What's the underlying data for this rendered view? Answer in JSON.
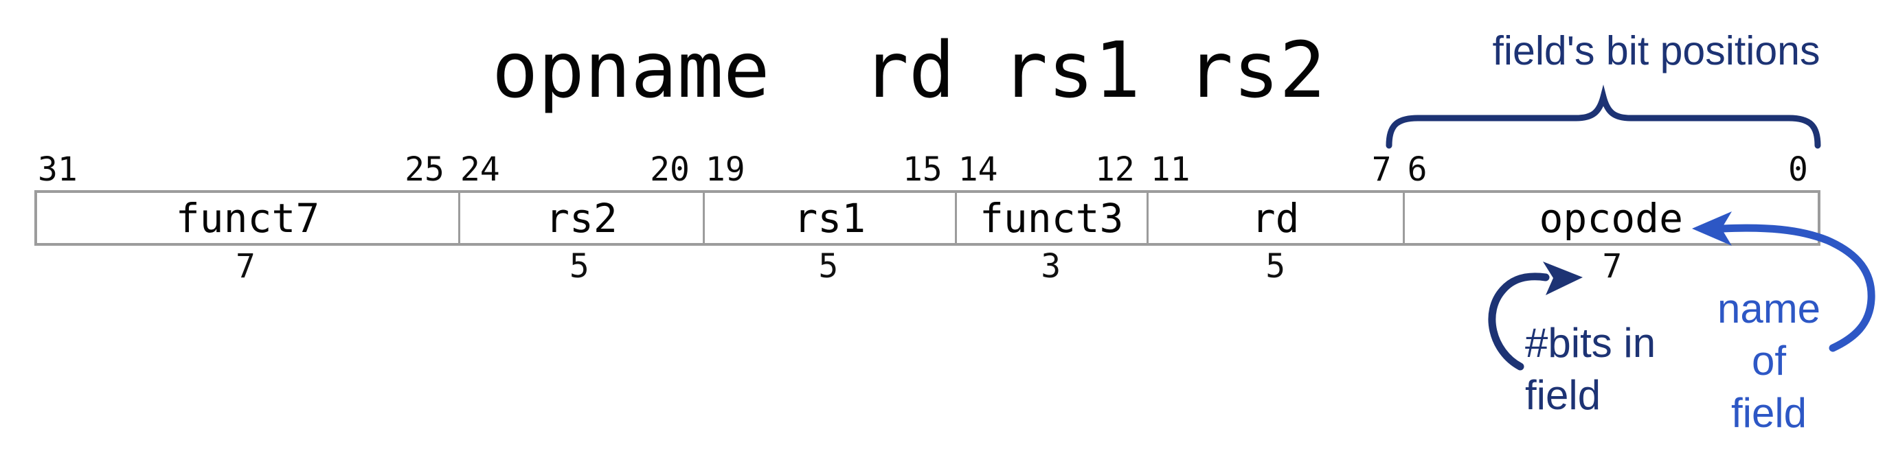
{
  "title": "opname  rd rs1 rs2",
  "instruction_format": {
    "fields": [
      {
        "name": "funct7",
        "hi": "31",
        "lo": "25",
        "bits": "7"
      },
      {
        "name": "rs2",
        "hi": "24",
        "lo": "20",
        "bits": "5"
      },
      {
        "name": "rs1",
        "hi": "19",
        "lo": "15",
        "bits": "5"
      },
      {
        "name": "funct3",
        "hi": "14",
        "lo": "12",
        "bits": "3"
      },
      {
        "name": "rd",
        "hi": "11",
        "lo": "7",
        "bits": "5"
      },
      {
        "name": "opcode",
        "hi": "6",
        "lo": "0",
        "bits": "7"
      }
    ]
  },
  "annotations": {
    "bit_positions_label": "field's bit positions",
    "bits_in_field_line1": "#bits in",
    "bits_in_field_line2": "field",
    "name_of_field_line1": "name",
    "name_of_field_line2": "of",
    "name_of_field_line3": "field"
  },
  "colors": {
    "navy": "#1d3374",
    "royal_blue": "#2d57c5",
    "table_border_gray": "#9c9c9c",
    "text_black": "#050505"
  }
}
